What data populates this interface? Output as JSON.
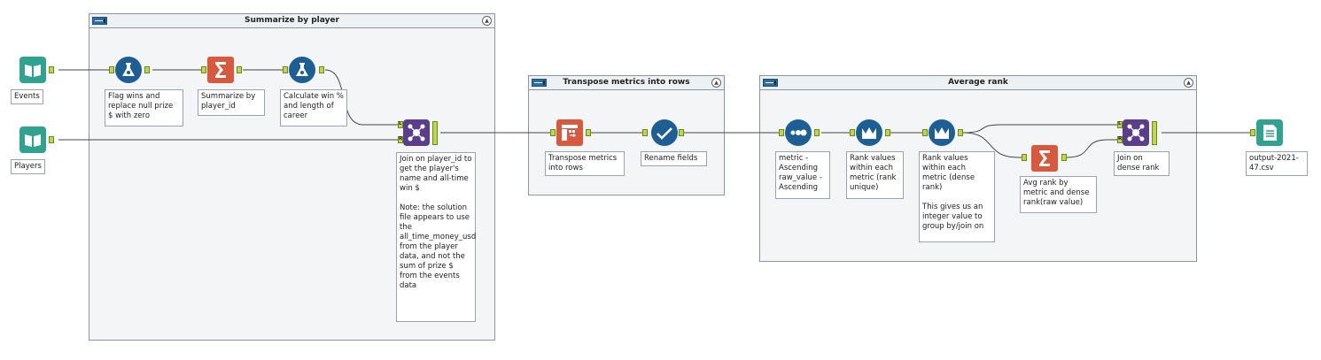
{
  "containers": {
    "summarize": {
      "title": "Summarize by player"
    },
    "transpose": {
      "title": "Transpose metrics into rows"
    },
    "average": {
      "title": "Average rank"
    }
  },
  "inputs": {
    "events": "Events",
    "players": "Players"
  },
  "tools": {
    "flag_wins": "Flag wins and replace null prize $ with zero",
    "summarize_player": "Summarize by player_id",
    "calc_win": "Calculate win % and length of career",
    "join_player": "Join on player_id to get the player's name and all-time win $\n\nNote: the solution file appears to use the all_time_money_usd from the player data, and not the sum of prize $ from the events data",
    "transpose": "Transpose metrics into rows",
    "rename": "Rename fields",
    "sort": "metric - Ascending raw_value - Ascending",
    "rank_unique": "Rank values within each metric (rank unique)",
    "rank_dense": "Rank values within each metric (dense rank)\n\nThis gives us an integer value to group by/join on",
    "avg_rank": "Avg rank by metric and dense rank(raw value)",
    "join_dense": "Join on dense rank",
    "output": "output-2021-47.csv"
  },
  "port_labels": {
    "left": "L",
    "join": "J",
    "right": "R"
  },
  "icons": {
    "input": "book-input-icon",
    "formula": "flask-formula-icon",
    "summarize": "sigma-summarize-icon",
    "join": "join-node-icon",
    "transpose": "transpose-table-icon",
    "select": "checkmark-select-icon",
    "sort": "dots-sort-icon",
    "tile": "rank-tile-icon",
    "output": "output-file-icon"
  },
  "colors": {
    "canvas": "#ffffff",
    "container_bg": "#f3f5f7",
    "wire": "#444444",
    "port": "#bcd84a",
    "formula_blue": "#1d5e94",
    "summarize_orange": "#d9593e",
    "input_teal": "#2fa390",
    "join_purple": "#5b3d8e"
  }
}
